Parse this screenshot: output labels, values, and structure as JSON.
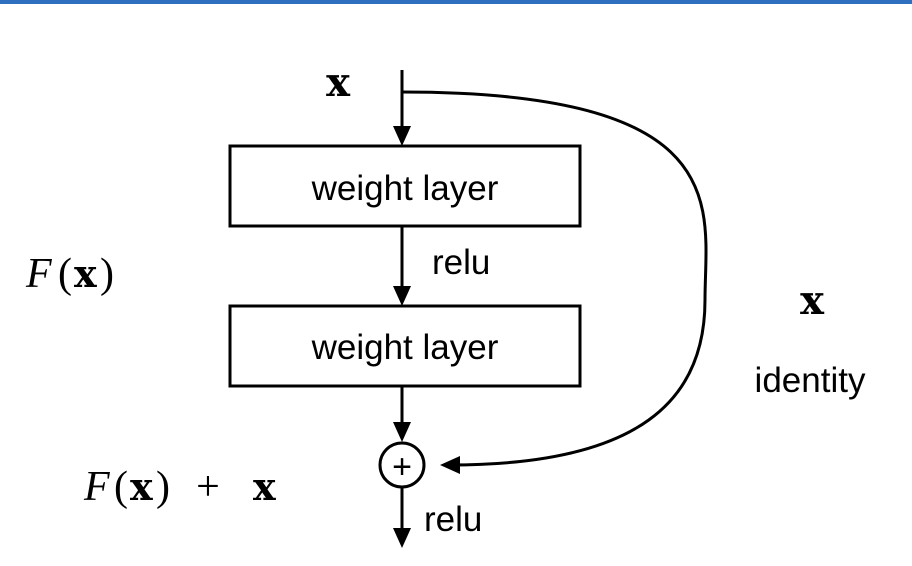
{
  "diagram": {
    "input_label": "x",
    "layer1_label": "weight layer",
    "layer2_label": "weight layer",
    "relu_mid_label": "relu",
    "relu_out_label": "relu",
    "residual_func": {
      "script": "F",
      "paren_open": "(",
      "var": "x",
      "paren_close": ")"
    },
    "sum_label": {
      "script": "F",
      "paren_open": "(",
      "var": "x",
      "paren_close": ")",
      "plus": "+",
      "var2": "x"
    },
    "skip_var_label": "x",
    "skip_name_label": "identity",
    "adder_symbol": "+"
  },
  "colors": {
    "top_rule": "#2e6fbf",
    "stroke": "#000000",
    "background": "#ffffff"
  }
}
